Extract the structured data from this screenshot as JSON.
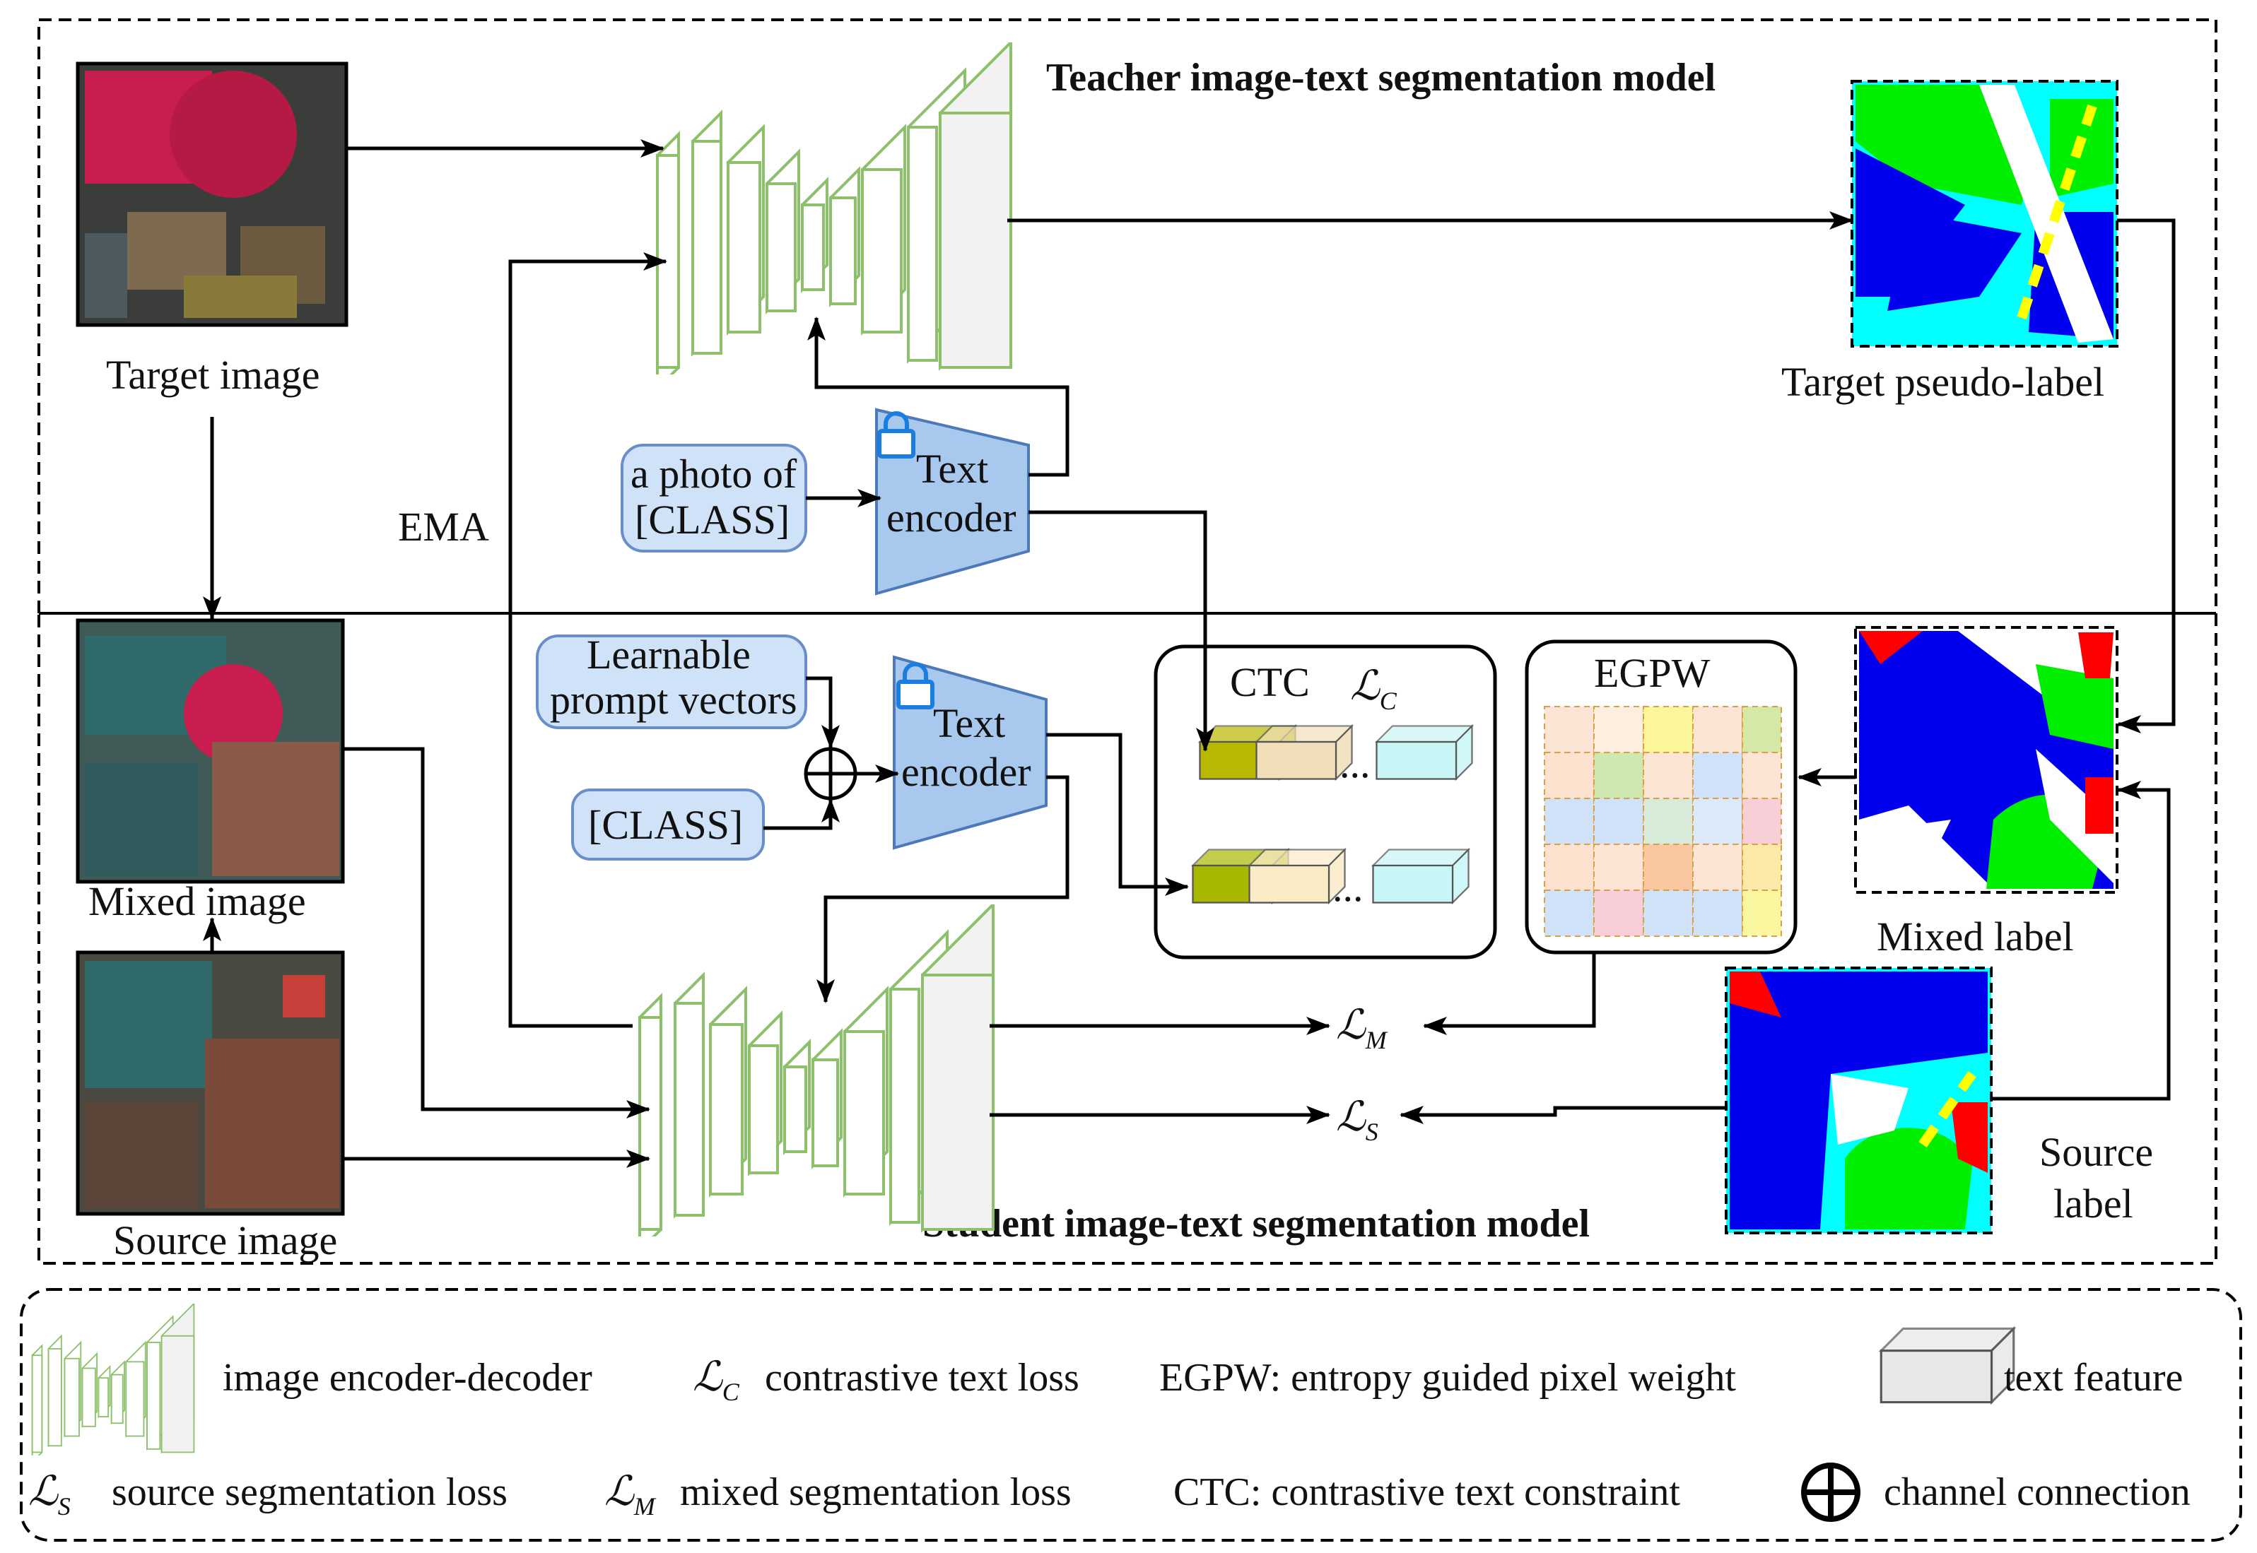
{
  "labels": {
    "teacher_title": "Teacher image-text segmentation model",
    "student_title": "Student image-text segmentation model",
    "target_image": "Target image",
    "mixed_image": "Mixed image",
    "source_image": "Source image",
    "target_pseudo_label": "Target pseudo-label",
    "mixed_label": "Mixed label",
    "source_label_line1": "Source",
    "source_label_line2": "label",
    "ema": "EMA",
    "prompt_fixed_line1": "a photo of",
    "prompt_fixed_line2": "[CLASS]",
    "learnable_line1": "Learnable",
    "learnable_line2": "prompt vectors",
    "class_token": "[CLASS]",
    "text_encoder_line1": "Text",
    "text_encoder_line2": "encoder",
    "ctc": "CTC",
    "egpw": "EGPW",
    "ellipsis": "...",
    "loss_symbol": "ℒ",
    "sub_c": "C",
    "sub_m": "M",
    "sub_s": "S"
  },
  "legend": {
    "image_encoder_decoder": "image encoder-decoder",
    "contrastive_text_loss": "contrastive text loss",
    "egpw_def": "EGPW: entropy guided pixel weight",
    "text_feature": "text feature",
    "source_seg_loss": "source segmentation loss",
    "mixed_seg_loss": "mixed segmentation loss",
    "ctc_def": "CTC: contrastive text constraint",
    "channel_connection": "channel connection"
  },
  "colors": {
    "encoder_stroke": "#8cc06a",
    "prompt_fill": "#cfe2f7",
    "encoder_fill": "#a9c8ee",
    "seg_blue": "#0000ee",
    "seg_cyan": "#00ffff",
    "seg_green": "#00ee00",
    "seg_yellow": "#ffff00",
    "seg_red": "#ff0000",
    "lock": "#1a7ee0"
  }
}
